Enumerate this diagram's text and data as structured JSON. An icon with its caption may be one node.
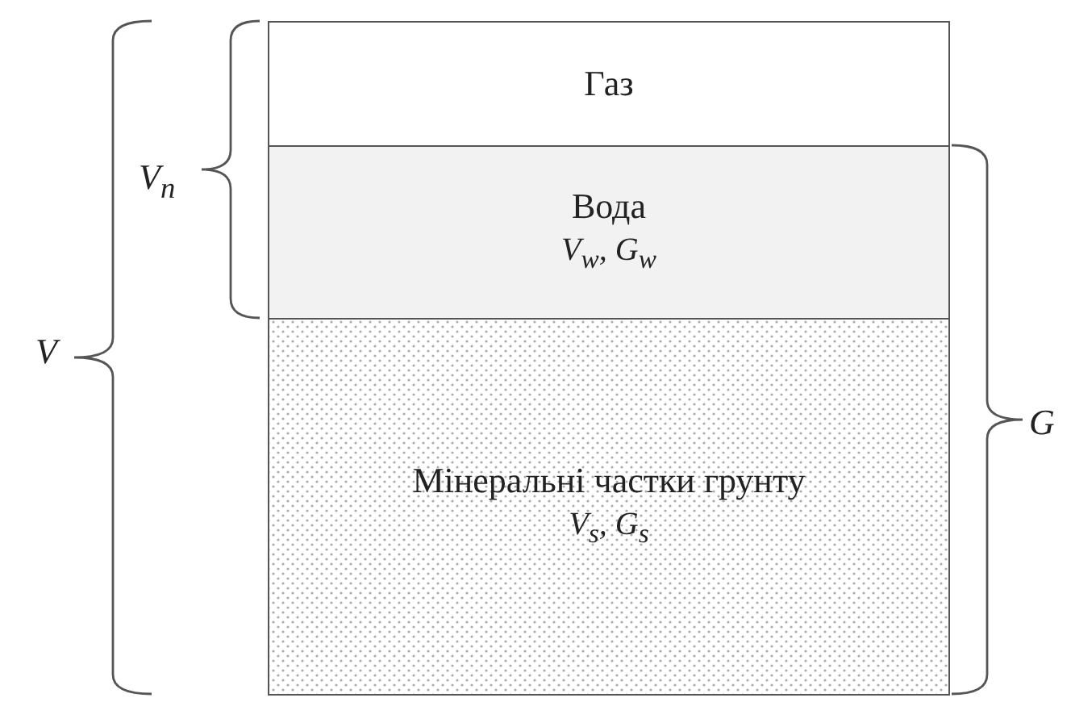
{
  "diagram": {
    "nodes": [
      {
        "text": [
          "Газ"
        ]
      },
      {
        "text": [
          "Вода",
          "V$_{w}$, G$_{w}$"
        ]
      },
      {
        "text": [
          "Мінеральні частки грунту",
          "V$_{s}$, G$_{s}$"
        ]
      }
    ],
    "labels": [
      "V$_{n}$",
      "V",
      "G"
    ]
  }
}
